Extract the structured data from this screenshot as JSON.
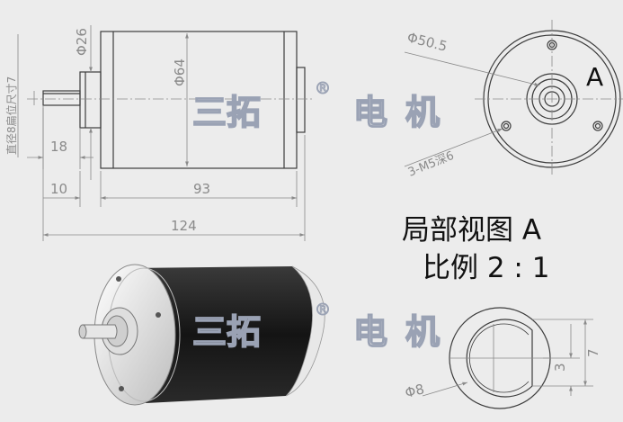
{
  "dimensions": {
    "shaft_dia": "Φ26",
    "body_dia": "Φ64",
    "flat_note": "直径8扁位尺寸7",
    "shaft_len": "18",
    "boss_len": "10",
    "body_len": "93",
    "total_len": "124",
    "pcd": "Φ50.5",
    "mount_holes": "3-M5深6",
    "shaft_sec_dia": "Φ8",
    "flat_width": "7",
    "flat_depth": "3"
  },
  "labels": {
    "view_mark": "A",
    "detail_title": "局部视图 A",
    "detail_scale": "比例 2 : 1",
    "registered": "®"
  },
  "watermark": {
    "brand": "三拓",
    "product": "电机"
  },
  "colors": {
    "line": "#3c3c3c",
    "dim_line": "#8a8a8a",
    "motor_body": "#1e1e1e",
    "watermark": "#9aa2b4"
  }
}
